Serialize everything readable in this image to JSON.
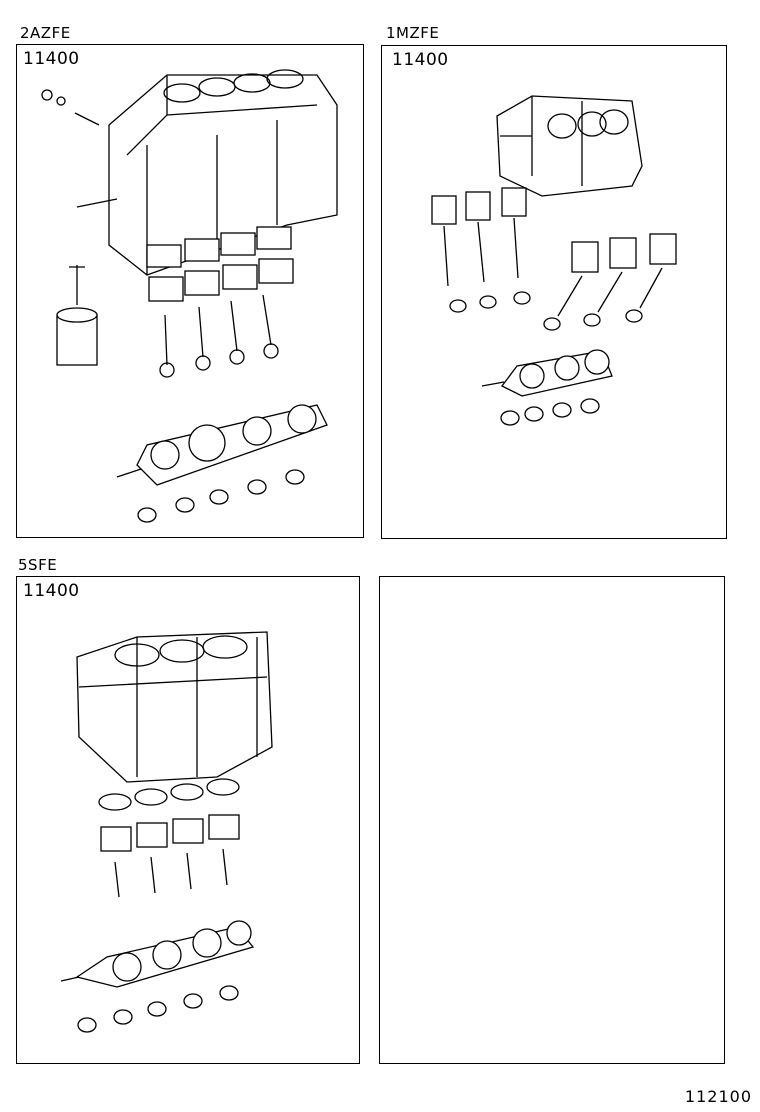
{
  "panels": [
    {
      "engine": "2AZFE",
      "part_number": "11400",
      "icon": "engine-exploded-view"
    },
    {
      "engine": "1MZFE",
      "part_number": "11400",
      "icon": "engine-exploded-view"
    },
    {
      "engine": "5SFE",
      "part_number": "11400",
      "icon": "engine-exploded-view"
    },
    {
      "engine": "",
      "part_number": "",
      "icon": ""
    }
  ],
  "footer": {
    "page_id": "112100"
  }
}
